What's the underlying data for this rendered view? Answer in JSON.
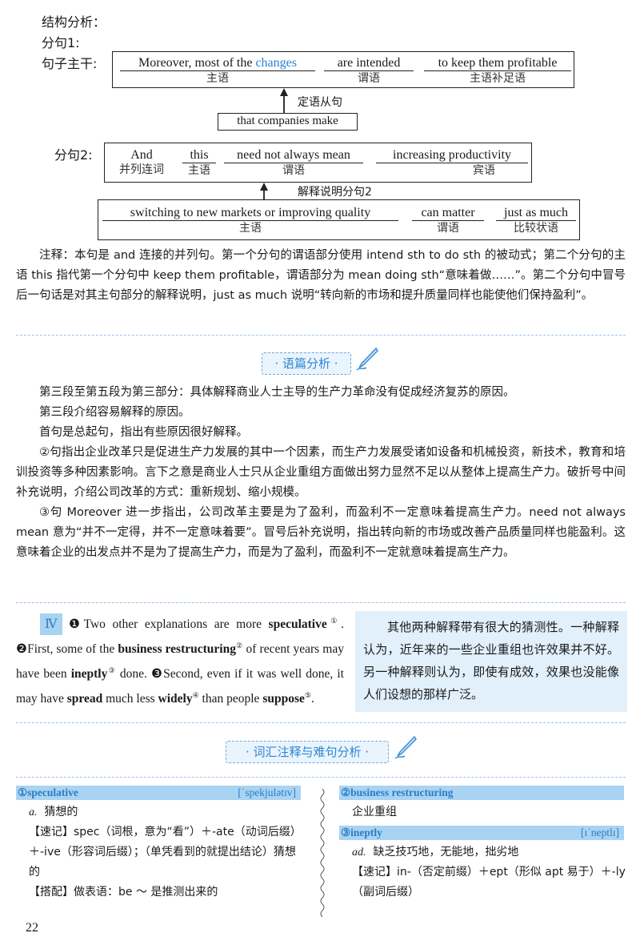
{
  "section_title": "结构分析：",
  "clause1": {
    "label": "分句1:",
    "main_label": "句子主干:",
    "seg1_en_a": "Moreover, most of the ",
    "seg1_en_b": "changes",
    "seg1_cn": "主语",
    "seg2_en": "are intended",
    "seg2_cn": "谓语",
    "seg3_en": "to keep them profitable",
    "seg3_cn": "主语补足语",
    "sub_label": "定语从句",
    "sub_text": "that companies make"
  },
  "clause2": {
    "label": "分句2:",
    "seg1_en": "And",
    "seg1_cn": "并列连词",
    "seg2_en": "this",
    "seg2_cn": "主语",
    "seg3_en": "need not always mean",
    "seg3_cn": "谓语",
    "seg4_en": "increasing productivity",
    "seg4_cn": "宾语",
    "sub_label": "解释说明分句2",
    "sub1_en": "switching to new markets or improving quality",
    "sub1_cn": "主语",
    "sub2_en": "can matter",
    "sub2_cn": "谓语",
    "sub3_en": "just as much",
    "sub3_cn": "比较状语"
  },
  "note": "注释：本句是 and 连接的并列句。第一个分句的谓语部分使用 intend sth to do sth 的被动式；第二个分句的主语 this 指代第一个分句中 keep them profitable，谓语部分为 mean doing sth“意味着做……”。第二个分句中冒号后一句话是对其主句部分的解释说明，just as much 说明“转向新的市场和提升质量同样也能使他们保持盈利”。",
  "banner1": "· 语篇分析 ·",
  "discourse": {
    "p1": "第三段至第五段为第三部分：具体解释商业人士主导的生产力革命没有促成经济复苏的原因。",
    "p2": "第三段介绍容易解释的原因。",
    "p3": "首句是总起句，指出有些原因很好解释。",
    "p4": "②句指出企业改革只是促进生产力发展的其中一个因素，而生产力发展受诸如设备和机械投资，新技术，教育和培训投资等多种因素影响。言下之意是商业人士只从企业重组方面做出努力显然不足以从整体上提高生产力。破折号中间补充说明，介绍公司改革的方式：重新规划、缩小规模。",
    "p5": "③句 Moreover 进一步指出，公司改革主要是为了盈利，而盈利不一定意味着提高生产力。need not always mean 意为“并不一定得，并不一定意味着要”。冒号后补充说明，指出转向新的市场或改善产品质量同样也能盈利。这意味着企业的出发点并不是为了提高生产力，而是为了盈利，而盈利不一定就意味着提高生产力。"
  },
  "passage": {
    "num": "Ⅳ",
    "s1_mark": "❶",
    "s1_a": "Two other explanations are more ",
    "w1": "speculative",
    "sup1": "①",
    "s2_mark": "❷",
    "s2_a": "First, some of the ",
    "w2": "business restructuring",
    "sup2": "②",
    "s2_b": " of recent years may have been ",
    "w3": "ineptly",
    "sup3": "③",
    "s2_c": " done. ",
    "s3_mark": "❸",
    "s3_a": "Second, even if it was well done, it may have ",
    "w4": "spread",
    "s3_b": " much less ",
    "w5": "widely",
    "sup4": "④",
    "s3_c": " than people ",
    "w6": "suppose",
    "sup5": "⑤",
    "s3_d": ".",
    "translation": "其他两种解释带有很大的猜测性。一种解释认为，近年来的一些企业重组也许效果并不好。另一种解释则认为，即使有成效，效果也没能像人们设想的那样广泛。"
  },
  "banner2": "· 词汇注释与难句分析 ·",
  "vocab": {
    "v1_head": "①speculative",
    "v1_ph": "[ˈspekjulətɪv]",
    "v1_pos": "a.",
    "v1_mean": "猜想的",
    "v1_memo": "【速记】spec（词根，意为“看”）＋-ate（动词后缀）＋-ive（形容词后缀）；（单凭看到的就提出结论）猜想的",
    "v1_colloc": "【搭配】做表语：be ～ 是推测出来的",
    "v2_head": "②business restructuring",
    "v2_mean": "企业重组",
    "v3_head": "③ineptly",
    "v3_ph": "[ɪˈneptlɪ]",
    "v3_pos": "ad.",
    "v3_mean": "缺乏技巧地，无能地，拙劣地",
    "v3_memo": "【速记】in-（否定前缀）＋ept（形似 apt 易于）＋-ly（副词后缀）"
  },
  "page_number": "22"
}
